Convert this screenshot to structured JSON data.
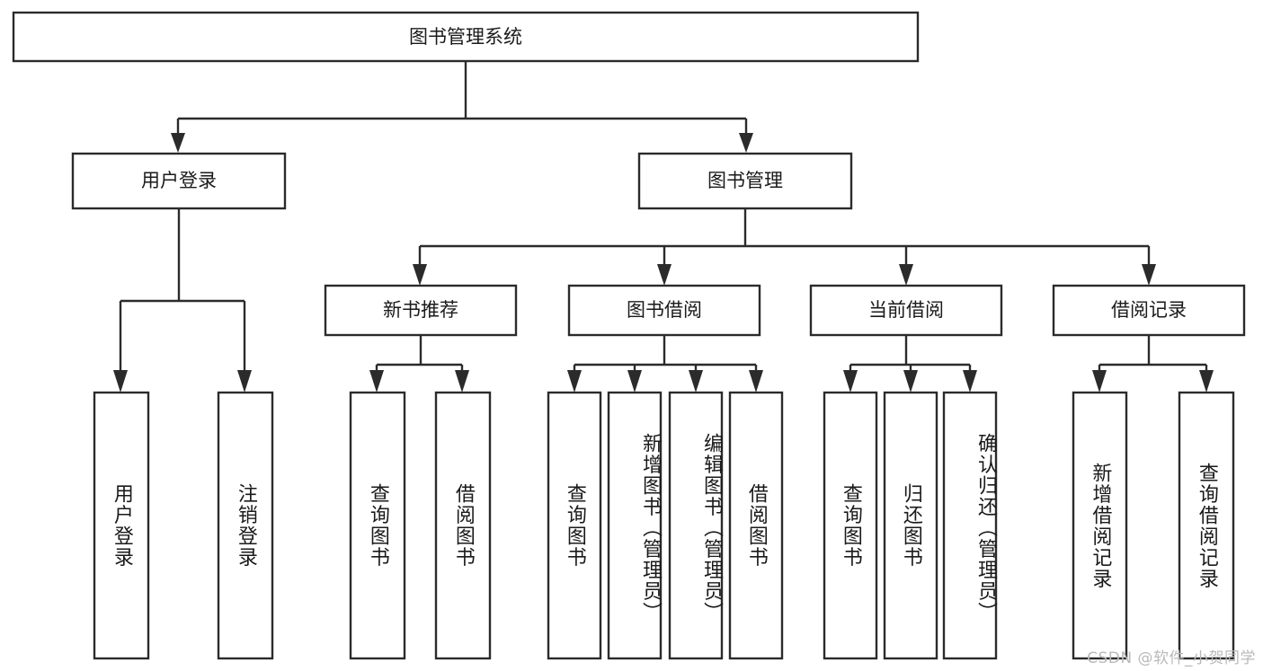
{
  "diagram": {
    "type": "tree",
    "title": "图书管理系统",
    "watermark": "CSDN @软件_小贺同学",
    "colors": {
      "stroke": "#2b2b2b",
      "box_fill": "#ffffff",
      "text": "#1a1a1a",
      "background": "#ffffff",
      "watermark": "#b9b9b9"
    },
    "root": {
      "label": "图书管理系统",
      "level": 0
    },
    "level1": [
      {
        "label": "用户登录"
      },
      {
        "label": "图书管理"
      }
    ],
    "level2": [
      {
        "label": "新书推荐"
      },
      {
        "label": "图书借阅"
      },
      {
        "label": "当前借阅"
      },
      {
        "label": "借阅记录"
      }
    ],
    "leaves": {
      "user_login": [
        {
          "label": "用户登录"
        },
        {
          "label": "注销登录"
        }
      ],
      "new_book_recommend": [
        {
          "label": "查询图书"
        },
        {
          "label": "借阅图书"
        }
      ],
      "book_borrow": [
        {
          "label": "查询图书"
        },
        {
          "label": "新增图书（管理员）"
        },
        {
          "label": "编辑图书（管理员）"
        },
        {
          "label": "借阅图书"
        }
      ],
      "current_borrow": [
        {
          "label": "查询图书"
        },
        {
          "label": "归还图书"
        },
        {
          "label": "确认归还（管理员）"
        }
      ],
      "borrow_record": [
        {
          "label": "新增借阅记录"
        },
        {
          "label": "查询借阅记录"
        }
      ]
    }
  }
}
